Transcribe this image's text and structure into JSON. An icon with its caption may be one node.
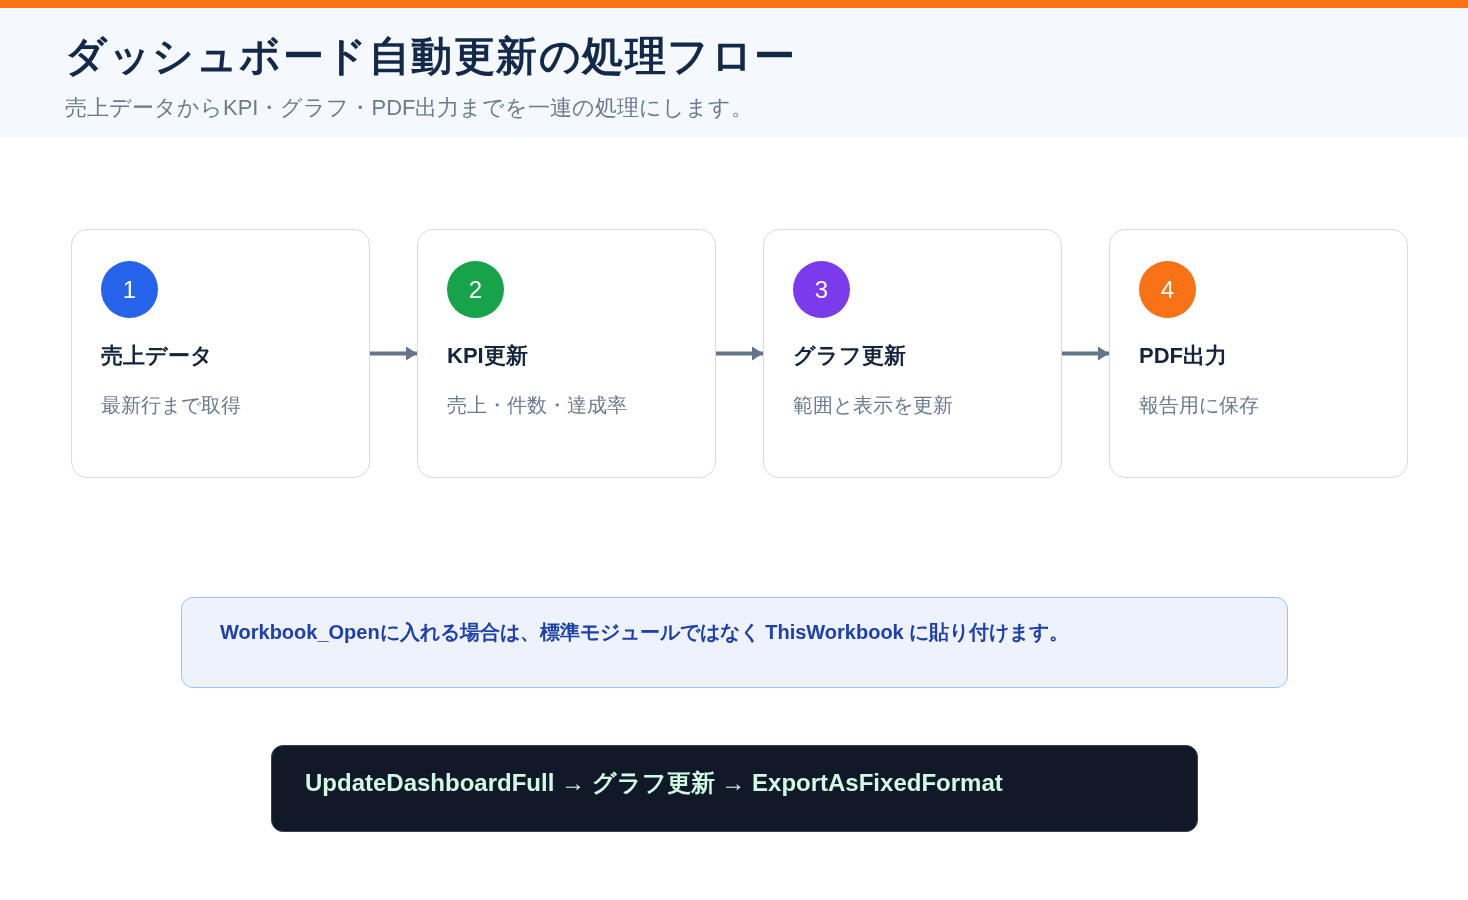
{
  "diagram": {
    "title": "ダッシュボード自動更新の処理フロー",
    "nodes": [
      {
        "text": [
          "売上データ",
          "最新行まで取得"
        ]
      },
      {
        "text": [
          "1"
        ],
        "in": 0
      },
      {
        "text": [
          "KPI更新",
          "売上・件数・達成率"
        ]
      },
      {
        "text": [
          "2"
        ],
        "in": 2
      },
      {
        "text": [
          "グラフ更新",
          "範囲と表示を更新"
        ]
      },
      {
        "text": [
          "3"
        ],
        "in": 4
      },
      {
        "text": [
          "PDF出力",
          "報告用に保存"
        ]
      },
      {
        "text": [
          "4"
        ],
        "in": 6
      },
      {
        "text": [
          "Workbook_Openに入れる場合は、標準モジュールではなく ThisWorkbook に貼り付けます。"
        ]
      },
      {
        "text": [
          "UpdateDashboardFull → グラフ更新 → ExportAsFixedFormat"
        ]
      }
    ],
    "edges": [
      {
        "from": 0,
        "to": 2,
        "arrow": "to"
      },
      {
        "from": 2,
        "to": 4,
        "arrow": "to"
      },
      {
        "from": 4,
        "to": 6,
        "arrow": "to"
      }
    ],
    "labels": [
      "売上データからKPI・グラフ・PDF出力までを一連の処理にします。"
    ]
  }
}
